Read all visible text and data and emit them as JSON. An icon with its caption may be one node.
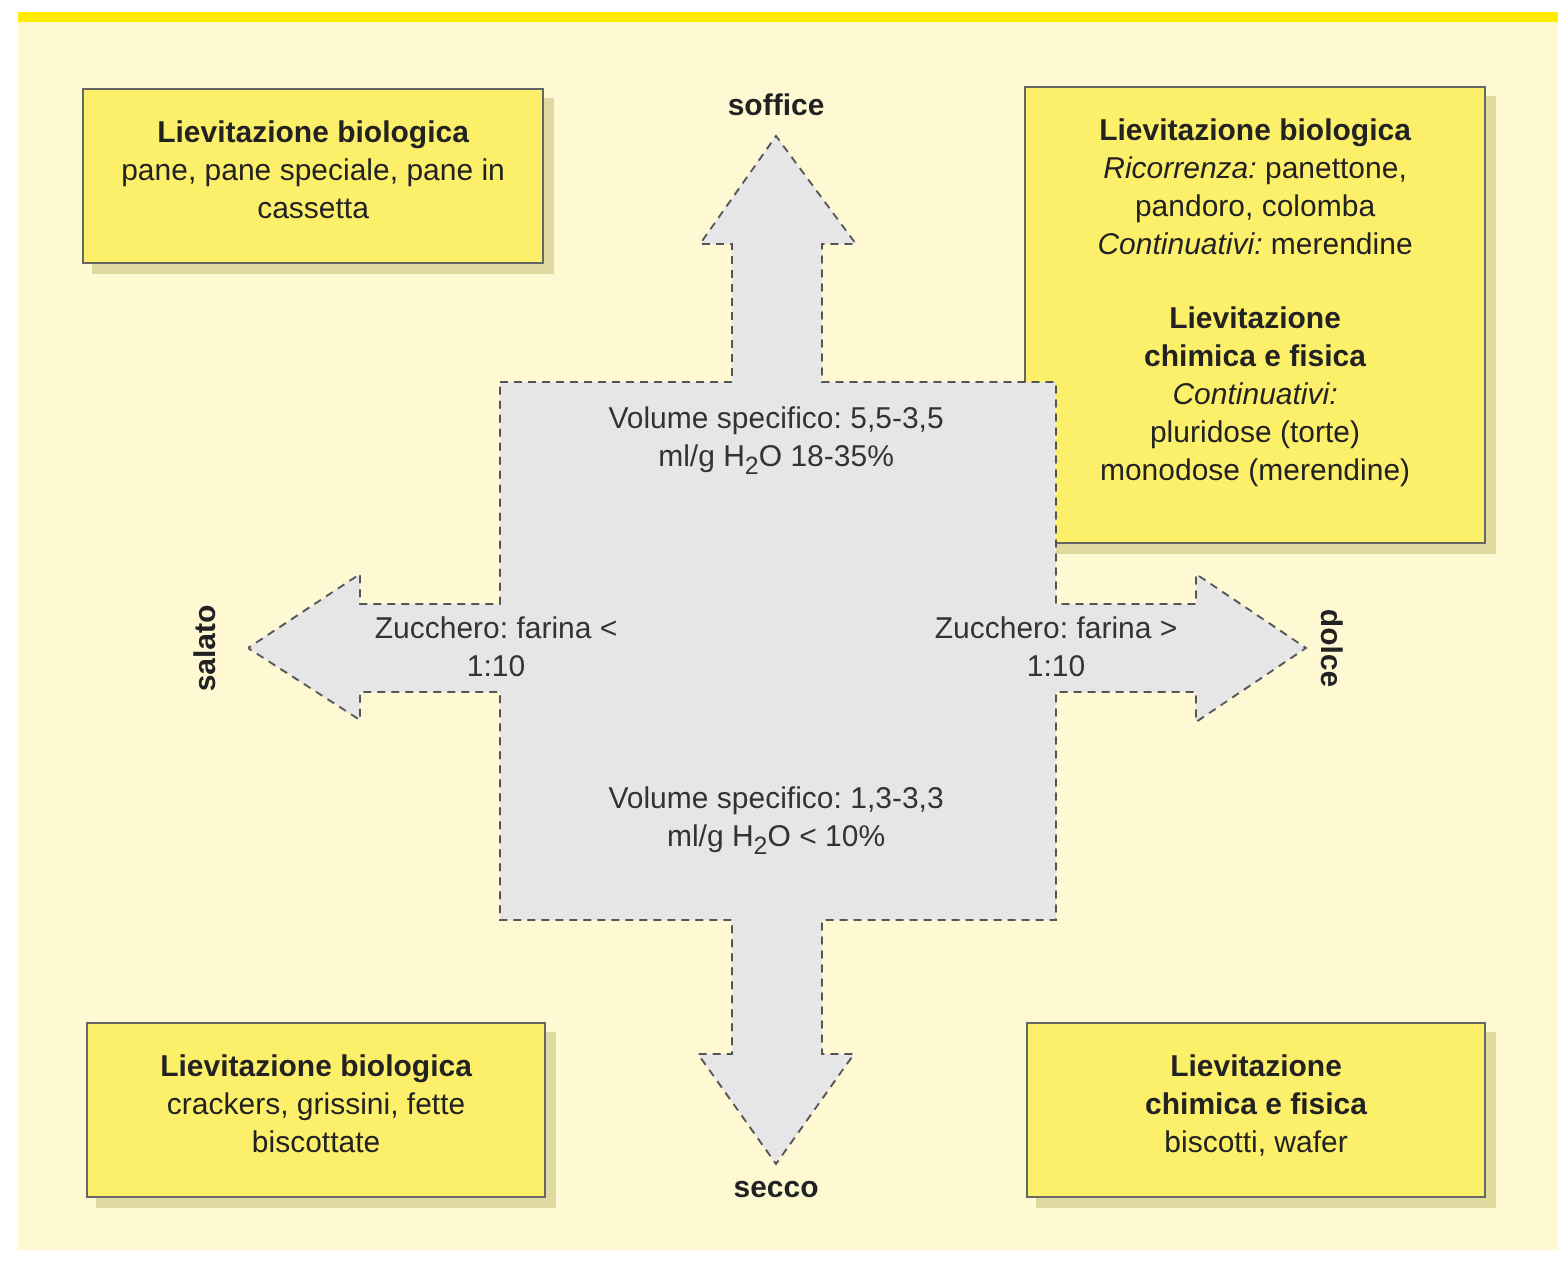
{
  "diagram": {
    "nodes": [
      {
        "text": [
          "Lievitazione biologica",
          "pane, pane speciale, pane in cassetta"
        ]
      },
      {
        "text": [
          "Lievitazione biologica",
          "*Ricorrenza:* panettone, pandoro, colomba",
          "*Continuativi:* merendine",
          "Lievitazione chimica e fisica",
          "*Continuativi:*",
          "pluridose (torte)",
          "monodose (merendine)"
        ]
      },
      {
        "text": [
          "Volume specifico: 5,5-3,5 ml/g H$_{2}$O 18-35%",
          "Zucchero: farina < 1:10",
          "Zucchero: farina > 1:10",
          "Volume specifico: 1,3-3,3 ml/g H$_{2}$O < 10%"
        ]
      },
      {
        "text": [
          "Lievitazione biologica",
          "crackers, grissini, fette biscottate"
        ]
      },
      {
        "text": [
          "Lievitazione chimica e fisica",
          "biscotti, wafer"
        ]
      }
    ],
    "labels": [
      "soffice",
      "salato",
      "dolce",
      "secco"
    ]
  }
}
